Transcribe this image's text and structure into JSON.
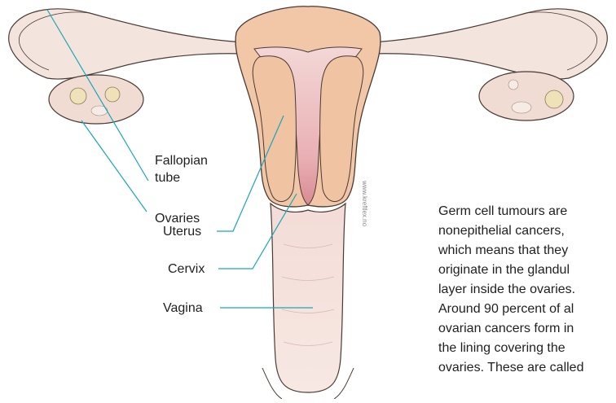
{
  "labels": {
    "fallopian_tube_line1": "Fallopian",
    "fallopian_tube_line2": "tube",
    "ovaries": "Ovaries",
    "uterus": "Uterus",
    "cervix": "Cervix",
    "vagina": "Vagina"
  },
  "credit": "www.kreftlex.no",
  "description_lines": [
    "Germ cell tumours are",
    "nonepithelial cancers,",
    "which means that they",
    "originate in the glandul",
    "layer inside the ovaries.",
    "Around 90 percent of al",
    "ovarian cancers form in",
    "the lining covering the",
    "ovaries. These are called"
  ],
  "colors": {
    "leader_line": "#1aa6b7",
    "uterus_fill": "#f2c7a8",
    "tissue_fill": "#f6e3dc",
    "cavity_fill": "#e8a2a8",
    "outline": "#4a3a33"
  }
}
